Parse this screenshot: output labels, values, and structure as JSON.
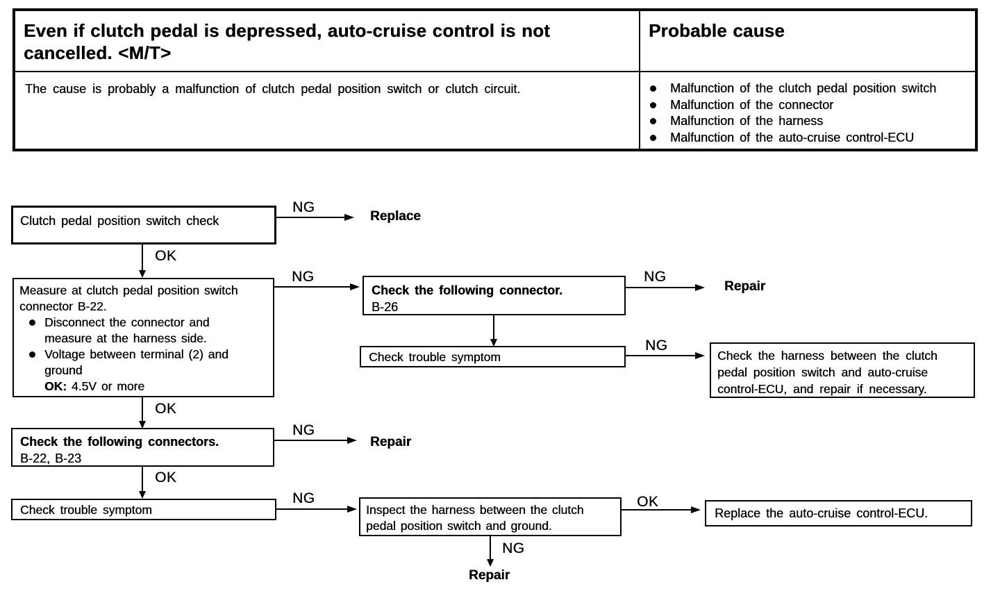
{
  "colors": {
    "ink": "#000000",
    "paper": "#ffffff"
  },
  "table": {
    "title": "Even if clutch pedal is depressed, auto-cruise control is not cancelled. <M/T>",
    "probable_cause_header": "Probable cause",
    "description": "The cause is probably a malfunction of clutch pedal position switch or clutch circuit.",
    "causes": [
      "Malfunction of the clutch pedal position switch",
      "Malfunction of the connector",
      "Malfunction of the harness",
      "Malfunction of the auto-cruise control-ECU"
    ]
  },
  "labels": {
    "ng": "NG",
    "ok": "OK"
  },
  "flow": {
    "step1": {
      "text": "Clutch pedal position switch check",
      "ng_result": "Replace"
    },
    "step2": {
      "intro": "Measure at clutch pedal position switch connector B-22.",
      "bullets": [
        "Disconnect the connector and measure at the harness side.",
        "Voltage between terminal (2) and ground"
      ],
      "ok_label": "OK:",
      "ok_value": "4.5V or more"
    },
    "step3": {
      "title": "Check the following connector.",
      "detail": "B-26",
      "ng_result": "Repair"
    },
    "step4": {
      "text": "Check trouble symptom",
      "ng_result": "Check the harness between the clutch pedal position switch and auto-cruise control-ECU, and repair if necessary."
    },
    "step5": {
      "title": "Check the following connectors.",
      "detail": "B-22, B-23",
      "ng_result": "Repair"
    },
    "step6": {
      "text": "Check trouble symptom"
    },
    "step7": {
      "text": "Inspect the harness between the clutch pedal position switch and ground.",
      "ok_result": "Replace the auto-cruise control-ECU.",
      "ng_result": "Repair"
    }
  }
}
